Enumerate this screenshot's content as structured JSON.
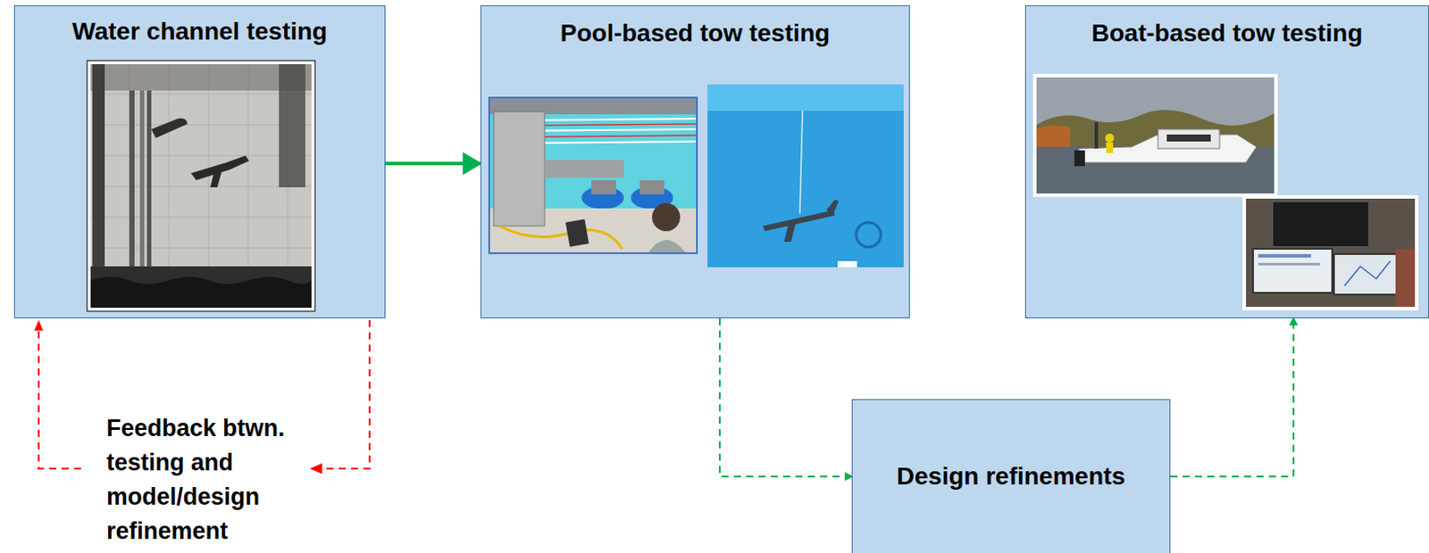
{
  "diagram": {
    "nodes": [
      {
        "text": [
          "Water channel testing"
        ]
      },
      {
        "text": [
          "Pool-based tow testing"
        ]
      },
      {
        "text": [
          "Boat-based tow testing"
        ]
      },
      {
        "text": [
          "Design refinements"
        ]
      }
    ],
    "edges": [
      {
        "from": 0,
        "to": 1,
        "arrow": "to"
      },
      {
        "from": 1,
        "to": 3,
        "arrow": "to"
      },
      {
        "from": 3,
        "to": 2,
        "arrow": "to"
      }
    ],
    "labels": [
      "Feedback btwn. testing and model/design refinement"
    ]
  }
}
